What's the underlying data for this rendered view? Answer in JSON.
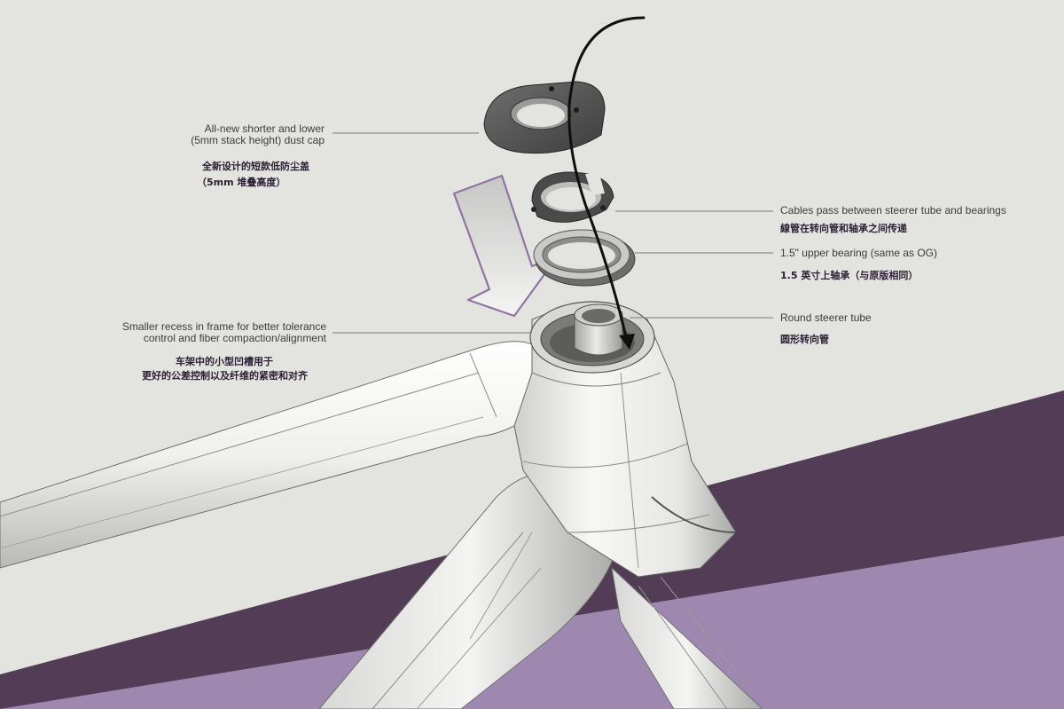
{
  "colors": {
    "background": "#e3e3df",
    "band_dark": "#533c56",
    "band_light": "#9e88b0",
    "arrow_outline": "#8e73a3",
    "frame": "#f2f2f0",
    "frame_shade": "#bdbdbd",
    "component_dark": "#5a5a5a",
    "cable": "#111111"
  },
  "annotations": {
    "dust_cap": {
      "en_line1": "All-new shorter and lower",
      "en_line2": "(5mm stack height) dust cap",
      "cn_line1": "全新设计的短款低防尘盖",
      "cn_line2": "（5mm 堆叠高度）"
    },
    "cables": {
      "en": "Cables pass between steerer tube and bearings",
      "cn": "線管在转向管和轴承之间传递"
    },
    "bearing": {
      "en": "1.5\" upper bearing (same as OG)",
      "cn": "1.5 英寸上轴承（与原版相同）"
    },
    "steerer": {
      "en": "Round steerer tube",
      "cn": "圆形转向管"
    },
    "recess": {
      "en_line1": "Smaller recess in frame for better tolerance",
      "en_line2": "control and fiber compaction/alignment",
      "cn_line1": "车架中的小型凹槽用于",
      "cn_line2": "更好的公差控制以及纤维的紧密和对齐"
    }
  }
}
